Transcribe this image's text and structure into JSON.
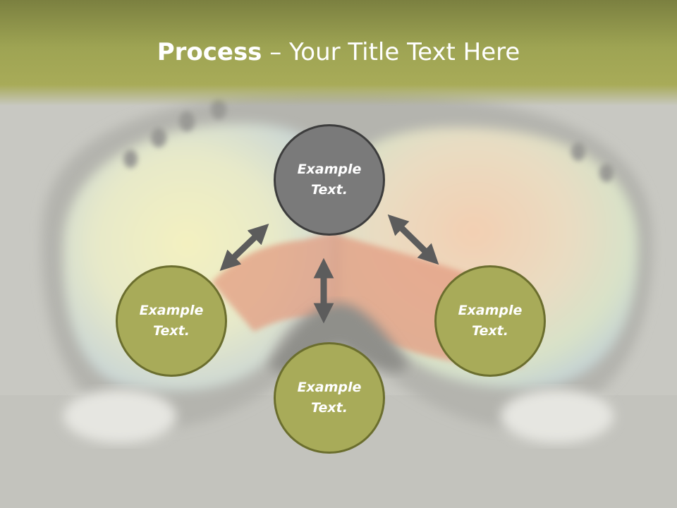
{
  "slide": {
    "title_bold": "Process",
    "title_rest": " – Your Title Text Here"
  },
  "nodes": {
    "top": {
      "line1": "Example",
      "line2": "Text."
    },
    "left": {
      "line1": "Example",
      "line2": "Text."
    },
    "right": {
      "line1": "Example",
      "line2": "Text."
    },
    "bottom": {
      "line1": "Example",
      "line2": "Text."
    }
  },
  "colors": {
    "title_band": "#a8ab58",
    "node_grey": "#7a7a7a",
    "node_grey_border": "#3d3d3d",
    "node_green": "#a8ab59",
    "node_green_border": "#6b6e2e",
    "arrow": "#5c5c5c"
  }
}
